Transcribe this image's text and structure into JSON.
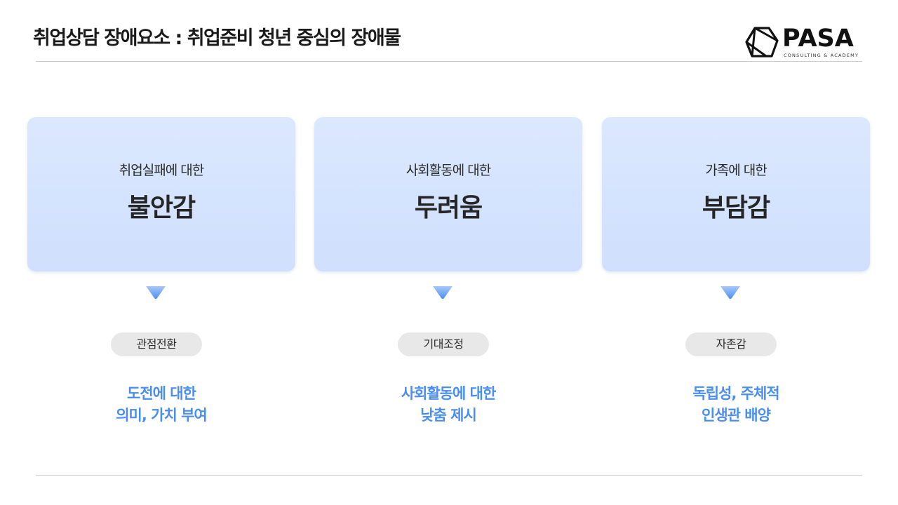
{
  "slide": {
    "title": "취업상담 장애요소 : 취업준비 청년 중심의 장애물"
  },
  "logo": {
    "word": "PASA",
    "tagline": "CONSULTING & ACADEMY"
  },
  "columns": [
    {
      "card_sub": "취업실패에 대한",
      "card_main": "불안감",
      "pill": "관점전환",
      "desc_line1": "도전에 대한",
      "desc_line2": "의미, 가치 부여"
    },
    {
      "card_sub": "사회활동에 대한",
      "card_main": "두려움",
      "pill": "기대조정",
      "desc_line1": "사회활동에 대한",
      "desc_line2": "낮춤 제시"
    },
    {
      "card_sub": "가족에 대한",
      "card_main": "부담감",
      "pill": "자존감",
      "desc_line1": "독립성, 주체적",
      "desc_line2": "인생관 배양"
    }
  ],
  "colors": {
    "accent_text": "#4a8ef0",
    "card_bg": "#d6e4fd",
    "arrow": "#4a8ef0",
    "pill_bg": "#e8e8e8"
  },
  "icons": {
    "logo_mark": "hexagon-logo-icon",
    "arrow": "triangle-down-icon"
  }
}
